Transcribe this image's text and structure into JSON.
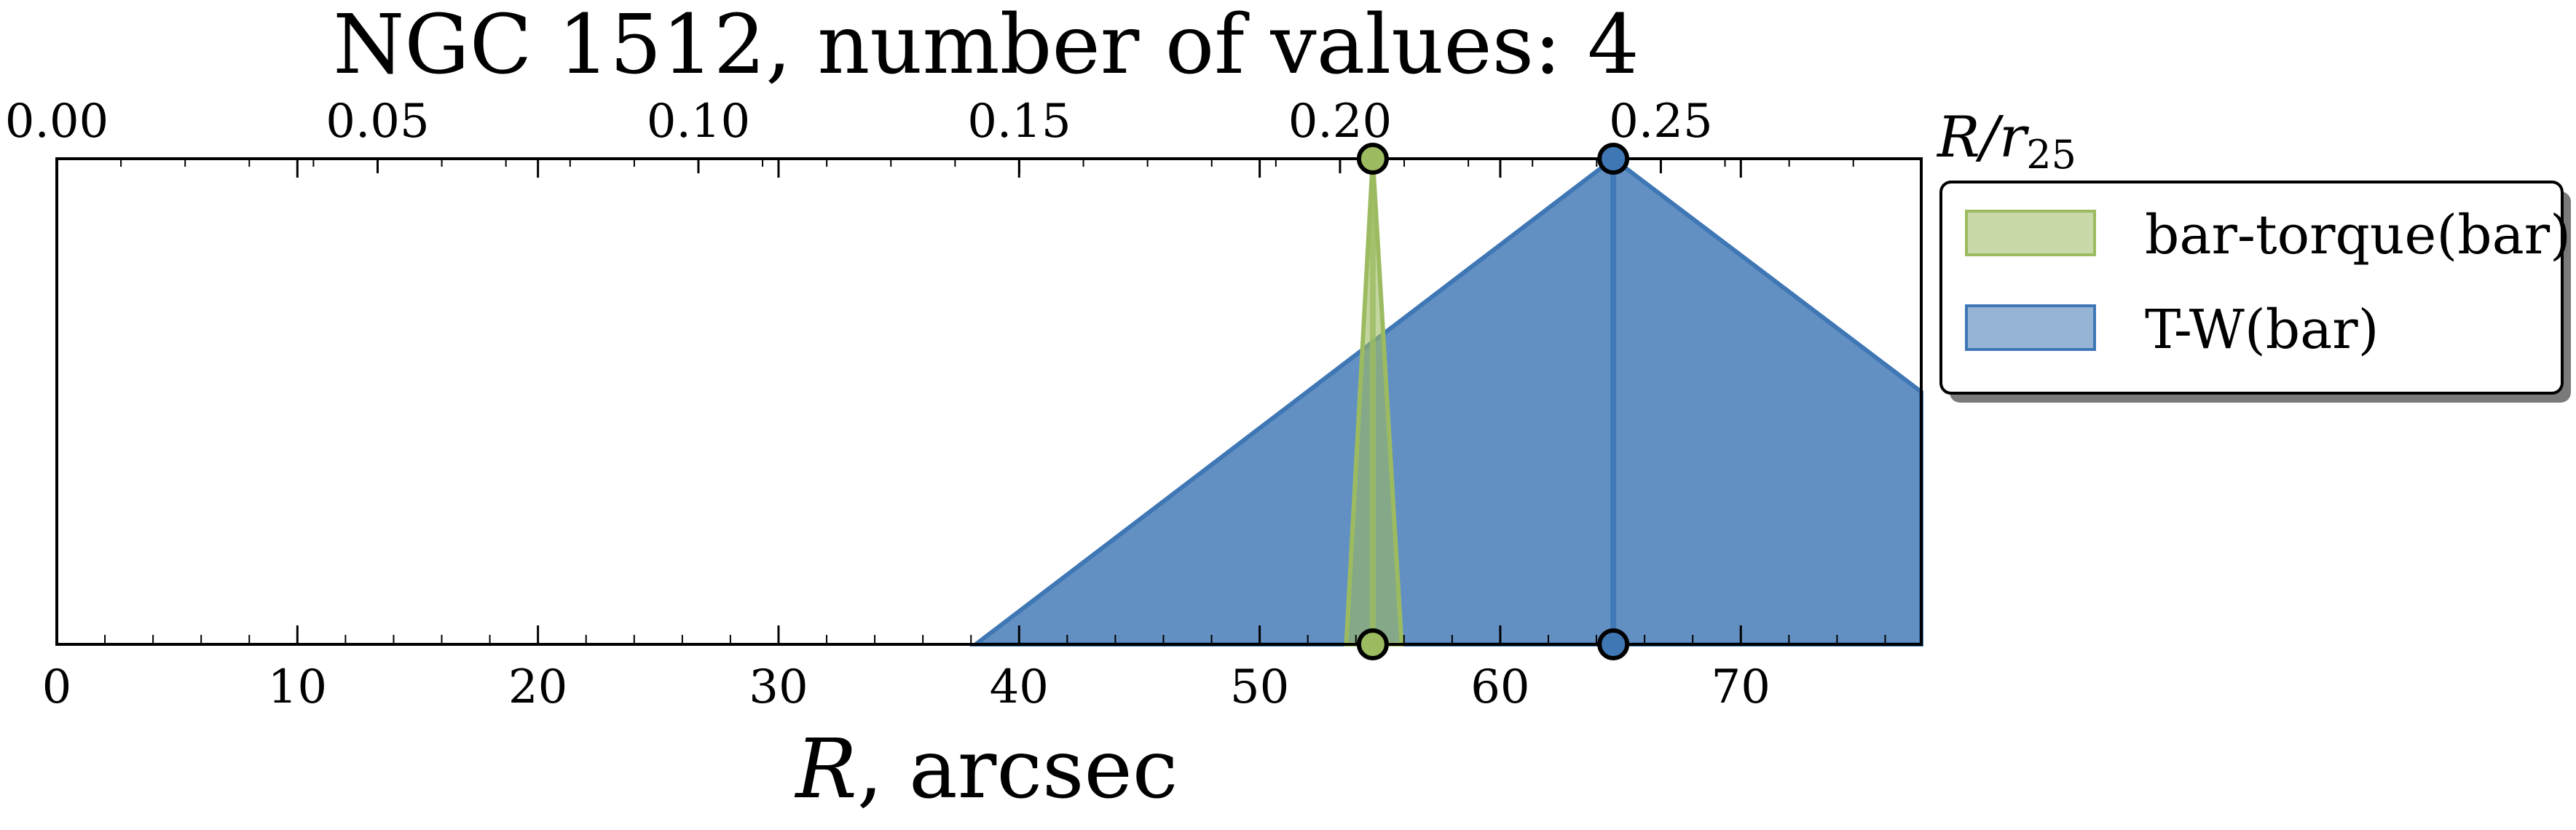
{
  "chart_data": {
    "type": "area",
    "title": "NGC 1512, number of values: 4",
    "xlabel": "R, arcsec",
    "xlabel_var": "R",
    "xlabel_unit": ", arcsec",
    "xlim": [
      0,
      77.5
    ],
    "ylim": [
      0,
      1
    ],
    "x_ticks": [
      0,
      10,
      20,
      30,
      40,
      50,
      60,
      70
    ],
    "x_tick_labels": [
      "0",
      "10",
      "20",
      "30",
      "40",
      "50",
      "60",
      "70"
    ],
    "top_axis": {
      "label_main": "R/r",
      "label_sub": "25",
      "ticks": [
        0.0,
        0.05,
        0.1,
        0.15,
        0.2,
        0.25
      ],
      "tick_labels": [
        "0.00",
        "0.05",
        "0.10",
        "0.15",
        "0.20",
        "0.25"
      ],
      "arcsec_per_unit": 266.7
    },
    "grid": false,
    "legend": {
      "placement": "outside-right",
      "entries": [
        {
          "label": "bar-torque(bar)",
          "color": "#9cbb60"
        },
        {
          "label": "T-W(bar)",
          "color": "#3f77b5"
        }
      ]
    },
    "series": [
      {
        "name": "bar-torque(bar)",
        "color": "#9cbb60",
        "peak": 54.7,
        "points": [
          [
            53.6,
            0
          ],
          [
            54.7,
            1
          ],
          [
            55.9,
            0
          ]
        ]
      },
      {
        "name": "T-W(bar)",
        "color": "#3f77b5",
        "peak": 64.7,
        "points": [
          [
            38.2,
            0
          ],
          [
            64.7,
            1
          ],
          [
            77.5,
            0.52
          ],
          [
            77.5,
            0
          ]
        ]
      }
    ]
  }
}
